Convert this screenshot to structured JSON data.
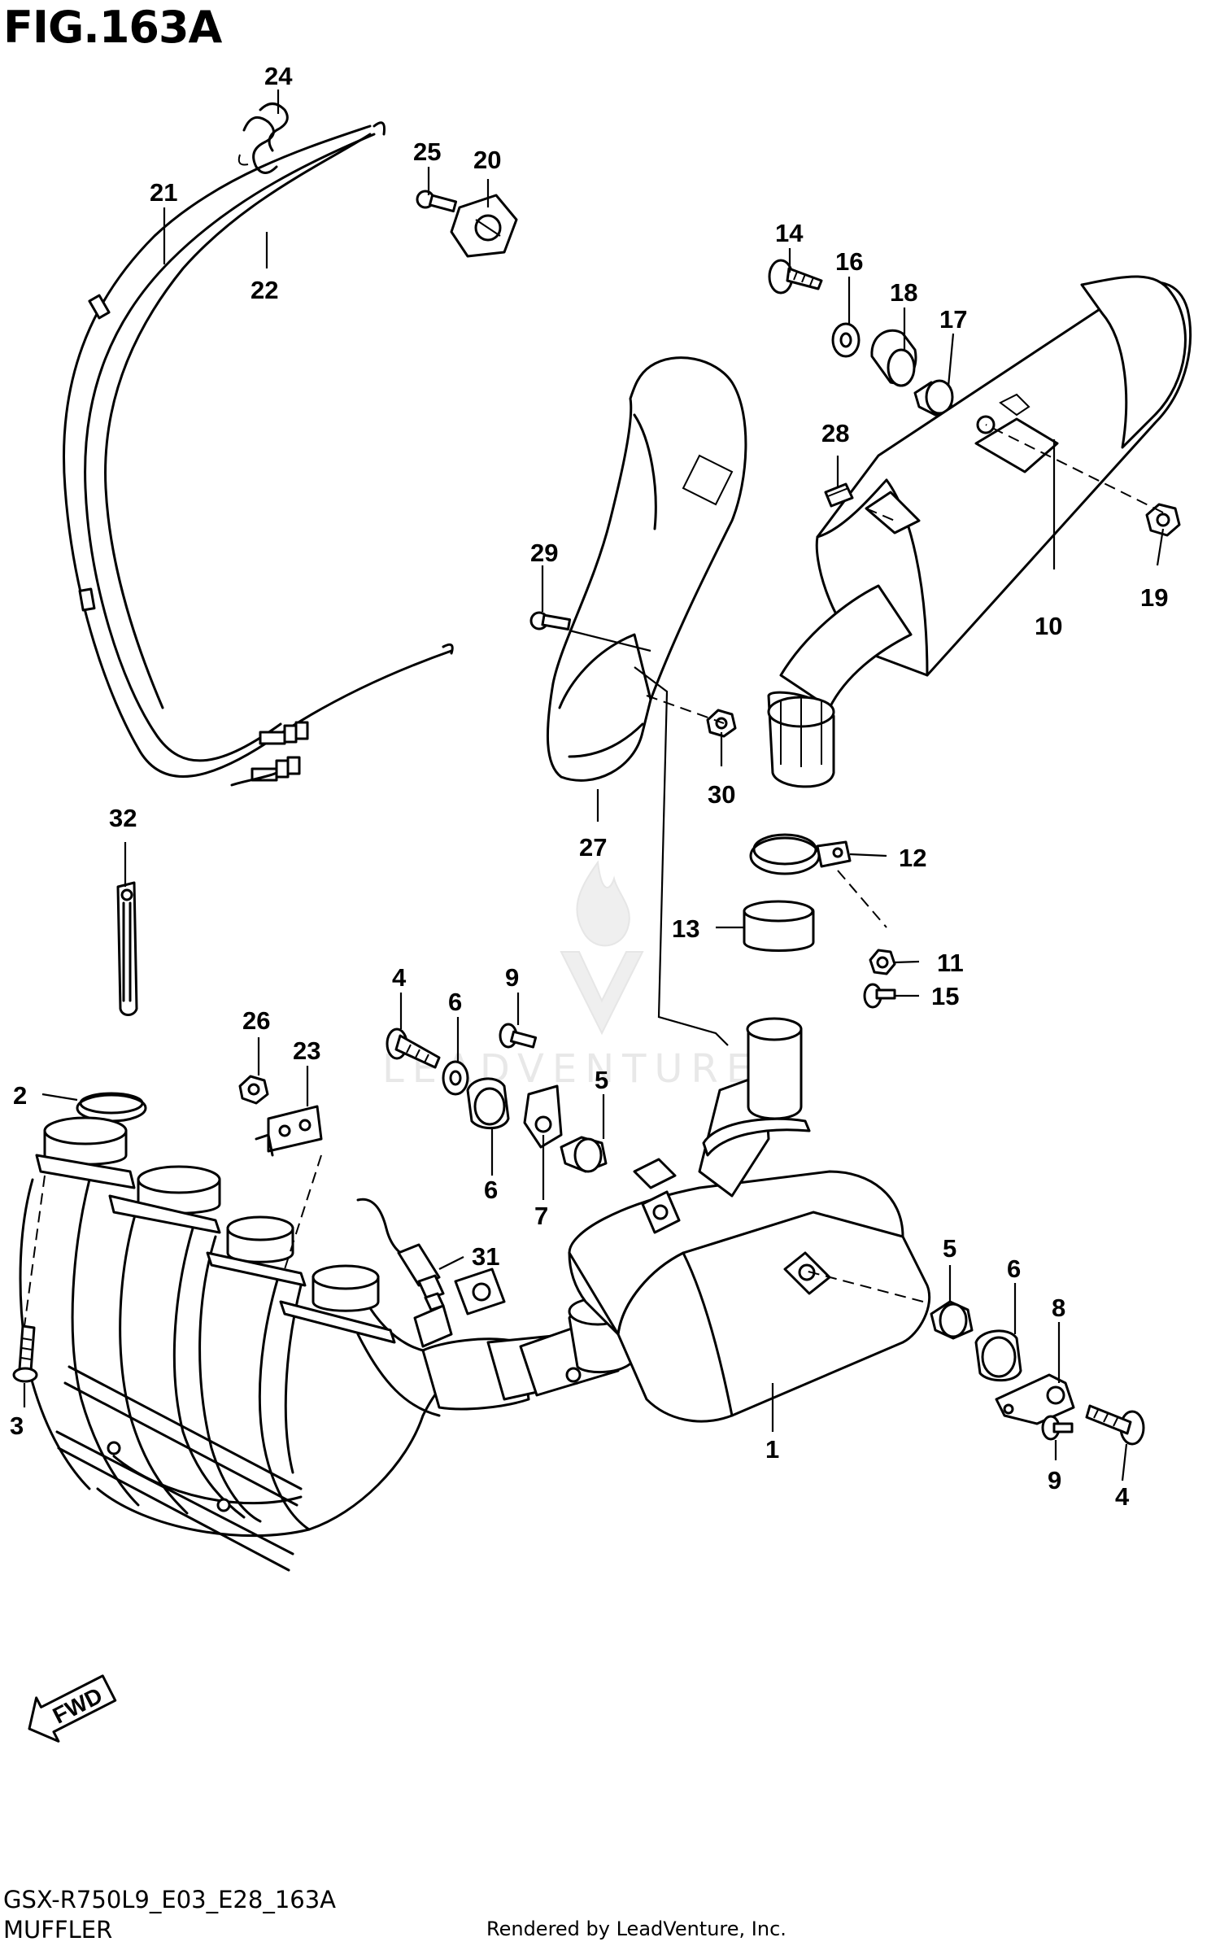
{
  "figure": {
    "title": "FIG.163A",
    "code": "GSX-R750L9_E03_E28_163A",
    "caption": "MUFFLER",
    "credit": "Rendered by LeadVenture, Inc.",
    "direction_label": "FWD",
    "watermark": "LEADVENTURE"
  },
  "callouts": [
    {
      "id": "c24",
      "text": "24"
    },
    {
      "id": "c25",
      "text": "25"
    },
    {
      "id": "c20",
      "text": "20"
    },
    {
      "id": "c21",
      "text": "21"
    },
    {
      "id": "c22",
      "text": "22"
    },
    {
      "id": "c14",
      "text": "14"
    },
    {
      "id": "c16",
      "text": "16"
    },
    {
      "id": "c18",
      "text": "18"
    },
    {
      "id": "c17",
      "text": "17"
    },
    {
      "id": "c28",
      "text": "28"
    },
    {
      "id": "c29",
      "text": "29"
    },
    {
      "id": "c19",
      "text": "19"
    },
    {
      "id": "c10",
      "text": "10"
    },
    {
      "id": "c30",
      "text": "30"
    },
    {
      "id": "c27",
      "text": "27"
    },
    {
      "id": "c12",
      "text": "12"
    },
    {
      "id": "c32",
      "text": "32"
    },
    {
      "id": "c13",
      "text": "13"
    },
    {
      "id": "c11",
      "text": "11"
    },
    {
      "id": "c15",
      "text": "15"
    },
    {
      "id": "c4a",
      "text": "4"
    },
    {
      "id": "c9a",
      "text": "9"
    },
    {
      "id": "c6a",
      "text": "6"
    },
    {
      "id": "c26",
      "text": "26"
    },
    {
      "id": "c23",
      "text": "23"
    },
    {
      "id": "c5a",
      "text": "5"
    },
    {
      "id": "c2",
      "text": "2"
    },
    {
      "id": "c6b",
      "text": "6"
    },
    {
      "id": "c7",
      "text": "7"
    },
    {
      "id": "c31",
      "text": "31"
    },
    {
      "id": "c5b",
      "text": "5"
    },
    {
      "id": "c6c",
      "text": "6"
    },
    {
      "id": "c8",
      "text": "8"
    },
    {
      "id": "c3",
      "text": "3"
    },
    {
      "id": "c1",
      "text": "1"
    },
    {
      "id": "c9b",
      "text": "9"
    },
    {
      "id": "c4b",
      "text": "4"
    }
  ]
}
